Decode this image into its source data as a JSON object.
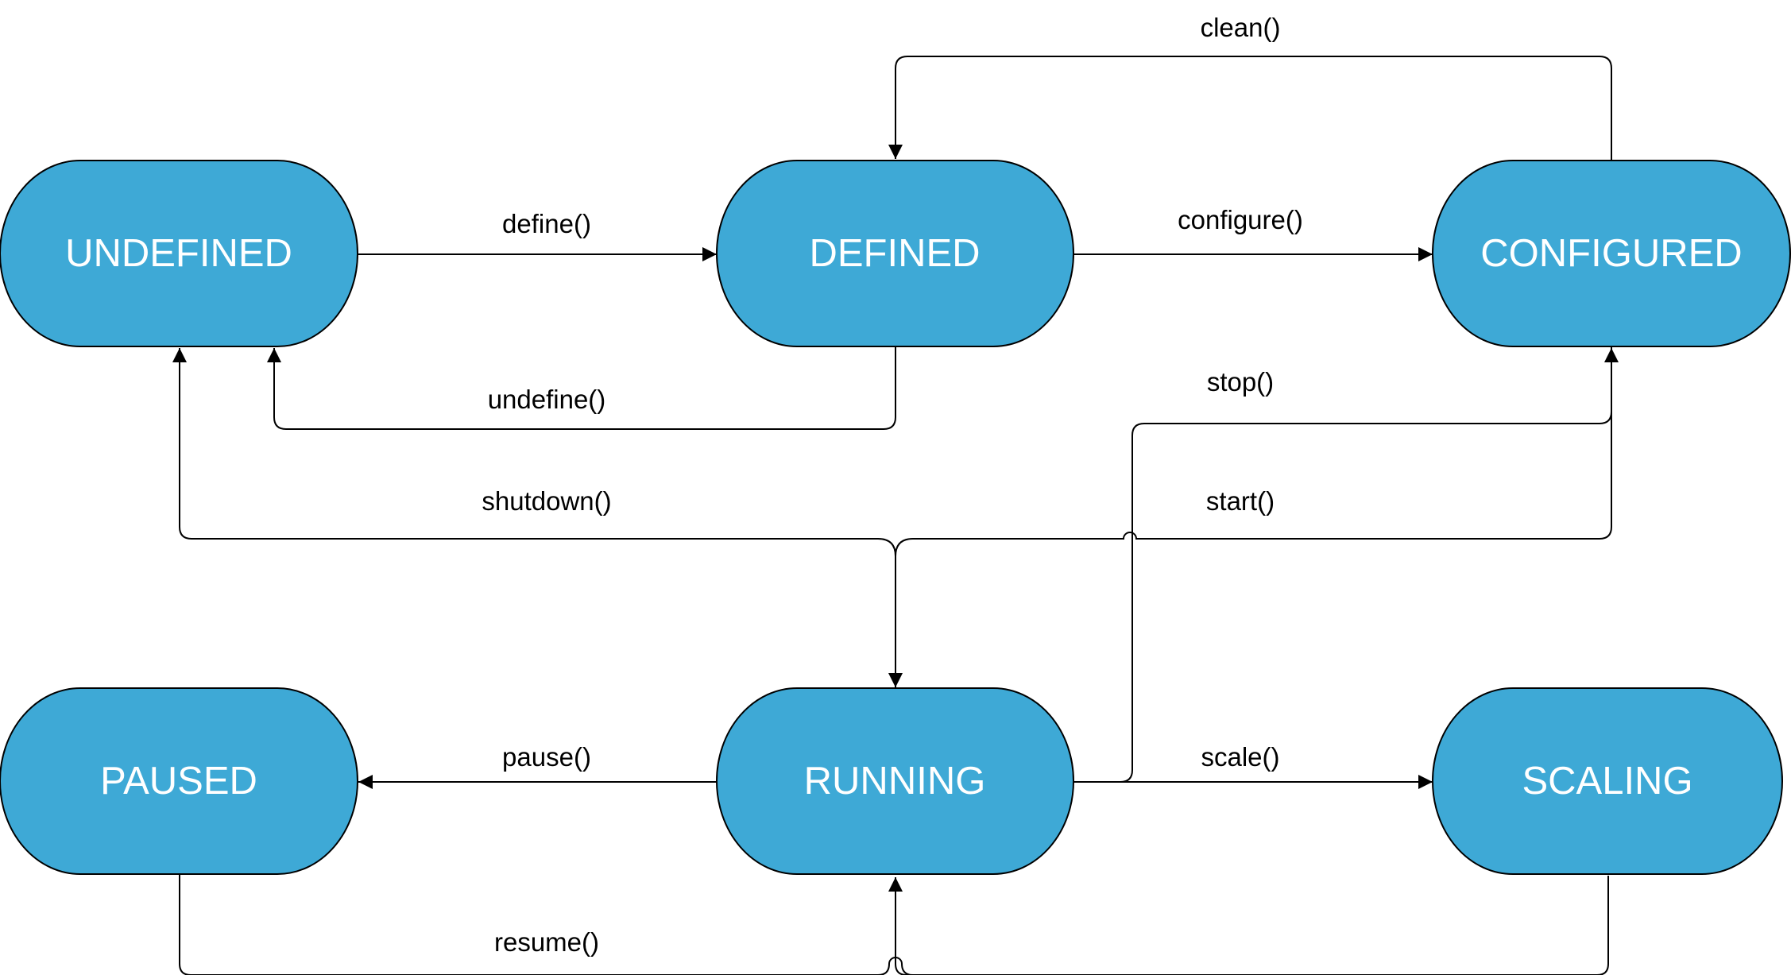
{
  "colors": {
    "node_fill": "#3ea9d6",
    "node_text": "#ffffff",
    "edge": "#000000",
    "background": "#ffffff"
  },
  "states": {
    "undefined": "UNDEFINED",
    "defined": "DEFINED",
    "configured": "CONFIGURED",
    "paused": "PAUSED",
    "running": "RUNNING",
    "scaling": "SCALING"
  },
  "transitions": {
    "define": "define()",
    "undefine": "undefine()",
    "configure": "configure()",
    "clean": "clean()",
    "stop": "stop()",
    "start": "start()",
    "shutdown": "shutdown()",
    "pause": "pause()",
    "resume": "resume()",
    "scale": "scale()"
  }
}
